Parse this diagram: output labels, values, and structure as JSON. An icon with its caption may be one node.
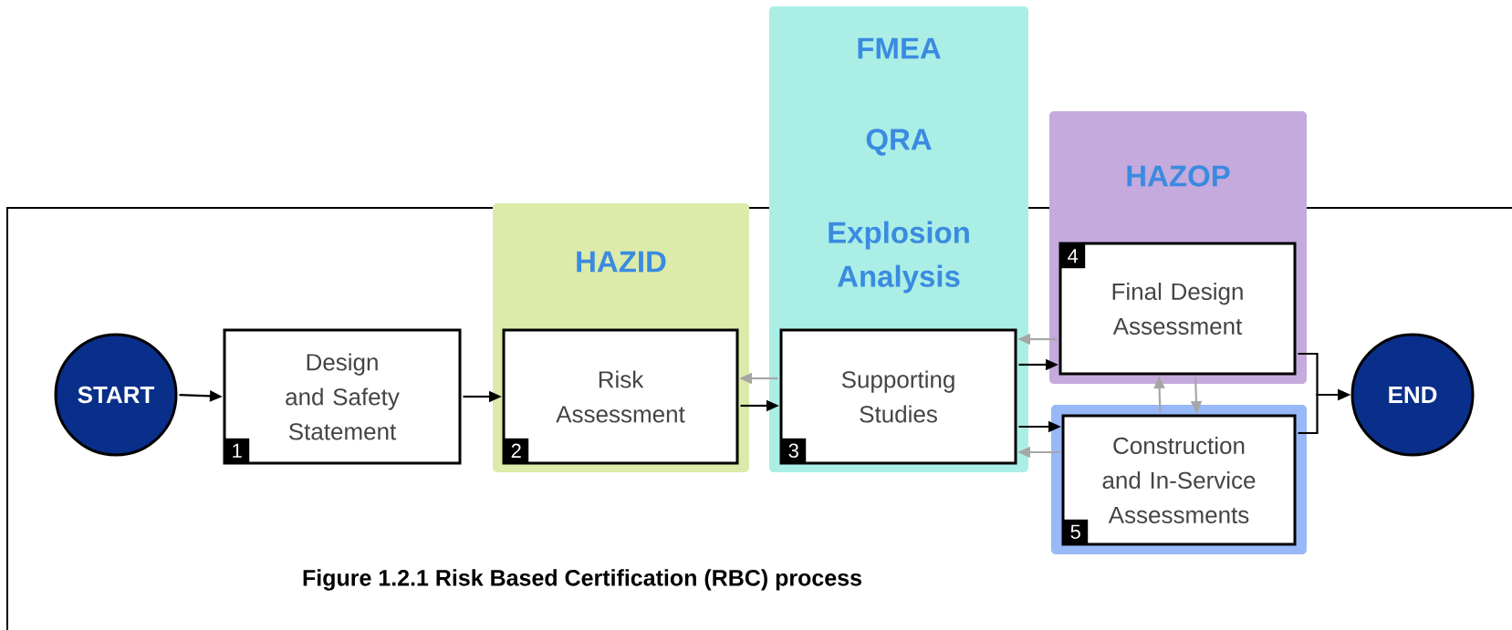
{
  "diagram": {
    "caption": "Figure 1.2.1 Risk Based Certification (RBC) process",
    "nodes": [
      {
        "text": [
          "START"
        ]
      },
      {
        "text": [
          "Design and Safety Statement"
        ]
      },
      {
        "text": [
          "1"
        ],
        "in": 1
      },
      {
        "text": [
          "HAZID"
        ]
      },
      {
        "text": [
          "Risk Assessment"
        ],
        "in": 3
      },
      {
        "text": [
          "2"
        ],
        "in": 4
      },
      {
        "text": [
          "FMEA",
          "QRA",
          "Explosion Analysis"
        ]
      },
      {
        "text": [
          "Supporting Studies"
        ],
        "in": 6
      },
      {
        "text": [
          "3"
        ],
        "in": 7
      },
      {
        "text": [
          "HAZOP"
        ]
      },
      {
        "text": [
          "Final Design Assessment"
        ],
        "in": 9
      },
      {
        "text": [
          "4"
        ],
        "in": 10
      },
      {
        "text": [],
        "shape": "box"
      },
      {
        "text": [
          "Construction and In-Service Assessments"
        ],
        "in": 12
      },
      {
        "text": [
          "5"
        ],
        "in": 13
      },
      {
        "text": [
          "END"
        ]
      }
    ],
    "edges": [
      {
        "from": 0,
        "to": 1,
        "arrow": "to"
      },
      {
        "from": 1,
        "to": 4,
        "arrow": "to"
      },
      {
        "from": 4,
        "to": 7,
        "arrow": "to"
      },
      {
        "from": 7,
        "to": 4,
        "arrow": "to",
        "color": "#a6a6a6"
      },
      {
        "from": 7,
        "to": 10,
        "arrow": "to"
      },
      {
        "from": 10,
        "to": 7,
        "arrow": "to",
        "color": "#a6a6a6"
      },
      {
        "from": 7,
        "to": 13,
        "arrow": "to"
      },
      {
        "from": 13,
        "to": 7,
        "arrow": "to",
        "color": "#a6a6a6"
      },
      {
        "from": 13,
        "to": 10,
        "arrow": "to",
        "color": "#a6a6a6"
      },
      {
        "from": 10,
        "to": 13,
        "arrow": "to",
        "color": "#a6a6a6"
      },
      {
        "from": 10,
        "to": 15,
        "arrow": "to"
      },
      {
        "from": 13,
        "to": 15,
        "arrow": "to"
      }
    ]
  }
}
